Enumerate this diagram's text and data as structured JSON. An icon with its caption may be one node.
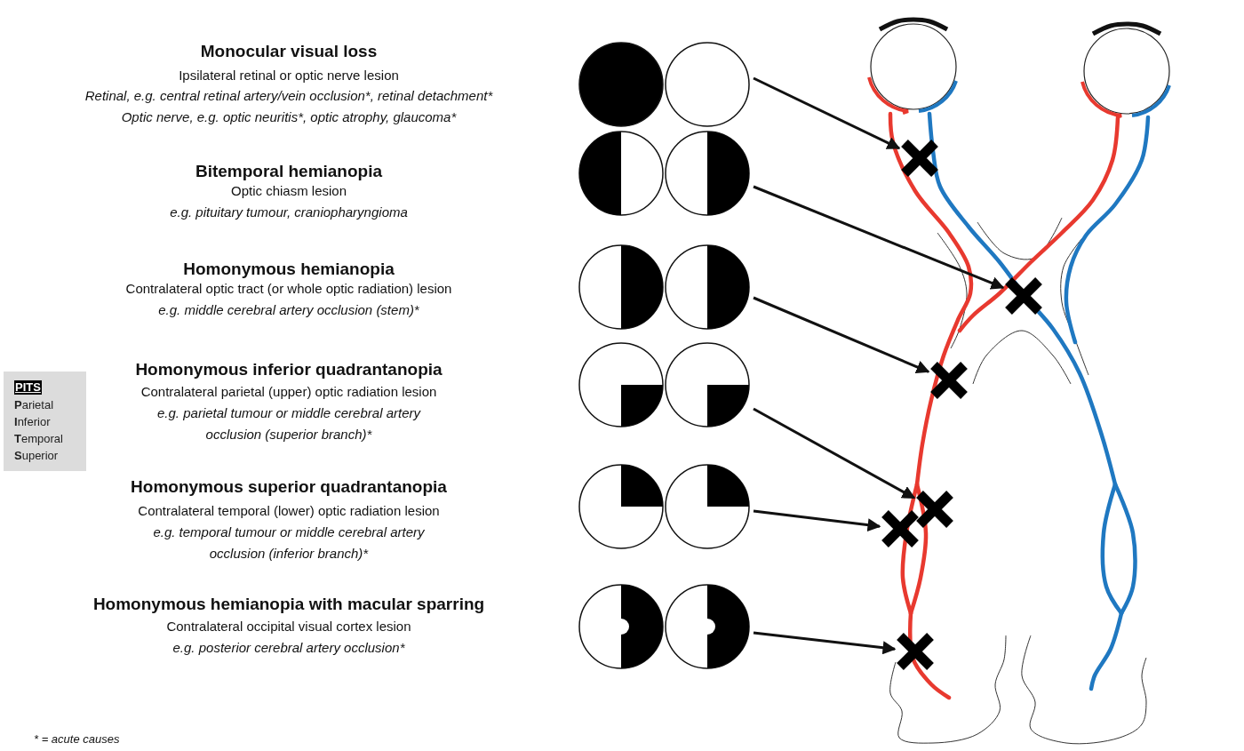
{
  "diagram": {
    "nodes": [
      {
        "text": [
          "PITS",
          "**P**arietal **I**nferior **T**emporal **S**uperior"
        ]
      },
      {
        "text": [],
        "shape": "picture"
      },
      {
        "text": [],
        "shape": "picture"
      },
      {
        "text": [],
        "shape": "picture"
      },
      {
        "text": [],
        "shape": "picture"
      },
      {
        "text": [],
        "shape": "picture"
      },
      {
        "text": [],
        "shape": "picture"
      },
      {
        "text": [],
        "shape": "cross"
      },
      {
        "text": [],
        "shape": "cross"
      },
      {
        "text": [],
        "shape": "cross"
      },
      {
        "text": [],
        "shape": "cross"
      },
      {
        "text": [],
        "shape": "cross"
      },
      {
        "text": [],
        "shape": "cross"
      }
    ],
    "edges": [
      {
        "from": 1,
        "to": 7,
        "arrow": "to"
      },
      {
        "from": 2,
        "to": 8,
        "arrow": "to"
      },
      {
        "from": 3,
        "to": 9,
        "arrow": "to"
      },
      {
        "from": 4,
        "to": 10,
        "arrow": "to"
      },
      {
        "from": 5,
        "to": 11,
        "arrow": "to"
      },
      {
        "from": 6,
        "to": 12,
        "arrow": "to"
      }
    ],
    "labels": [
      "Monocular visual loss",
      "Ipsilateral retinal or optic nerve lesion",
      "Retinal, e.g. central retinal artery/vein occlusion*, retinal detachment*",
      "Optic nerve, e.g. optic neuritis*, optic atrophy, glaucoma*",
      "Bitemporal hemianopia",
      "Optic chiasm lesion",
      "e.g. pituitary tumour, craniopharyngioma",
      "Homonymous hemianopia",
      "Contralateral optic tract (or whole optic radiation) lesion",
      "e.g. middle cerebral artery occlusion (stem)*",
      "Homonymous inferior quadrantanopia",
      "Contralateral parietal (upper) optic radiation lesion",
      "e.g. parietal tumour or middle cerebral artery occlusion (superior branch)*",
      "Homonymous superior quadrantanopia",
      "Contralateral temporal (lower) optic radiation lesion",
      "e.g. temporal tumour or middle cerebral artery occlusion (inferior branch)*",
      "Homonymous hemianopia with macular sparring",
      "Contralateral occipital visual cortex lesion",
      "e.g. posterior cerebral artery occlusion*",
      "* = acute causes"
    ]
  }
}
